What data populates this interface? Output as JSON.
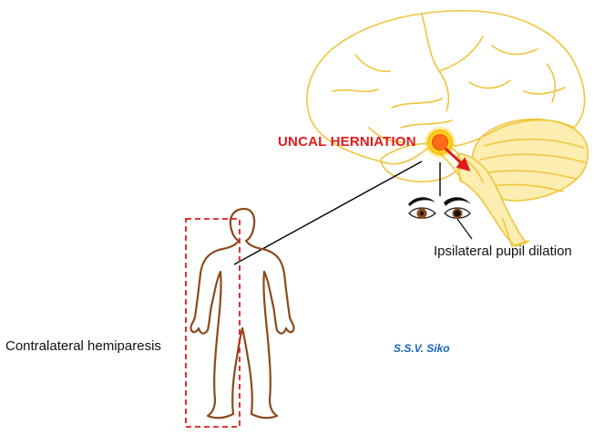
{
  "labels": {
    "herniation": "UNCAL HERNIATION",
    "pupil": "Ipsilateral pupil dilation",
    "paresis": "Contralateral hemiparesis",
    "author": "S.S.V. Siko"
  },
  "colors": {
    "brain_outline": "#f0c43c",
    "cerebellum_fill": "#fbeeb0",
    "herniation_text": "#e01b1b",
    "herniation_core": "#ff6a1a",
    "herniation_glow": "#ffd020",
    "arrow": "#e01b1b",
    "body_outline": "#8a4a1c",
    "dashed_box": "#e01b1b",
    "eye_iris": "#8a4a1c",
    "author_text": "#1a66b8",
    "connector": "#000000"
  },
  "icons": {
    "left_eye": "eye-icon",
    "right_eye": "dilated-eye-icon",
    "body": "human-body-outline-icon",
    "brain": "brain-outline-icon"
  }
}
